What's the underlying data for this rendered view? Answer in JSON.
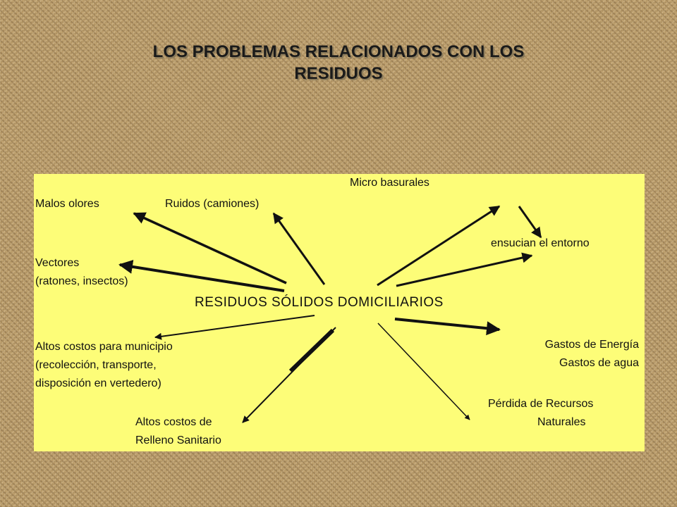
{
  "title": {
    "line1": "LOS PROBLEMAS  RELACIONADOS  CON LOS",
    "line2": "RESIDUOS"
  },
  "diagram": {
    "center": "RESIDUOS SÓLIDOS DOMICILIARIOS",
    "nodes": {
      "malos_olores": "Malos olores",
      "ruidos": "Ruidos (camiones)",
      "micro_basurales": "Micro basurales",
      "ensucian": "ensucian el entorno",
      "vectores_1": "Vectores",
      "vectores_2": "(ratones, insectos)",
      "altos_costos_mun_1": "Altos costos para municipio",
      "altos_costos_mun_2": "(recolección, transporte,",
      "altos_costos_mun_3": "disposición en vertedero)",
      "gastos_1": "Gastos de Energía",
      "gastos_2": "Gastos de agua",
      "relleno_1": "Altos costos de",
      "relleno_2": "Relleno Sanitario",
      "perdida_1": "Pérdida de Recursos",
      "perdida_2": "Naturales"
    }
  },
  "colors": {
    "panel": "#fdfd78",
    "ink": "#111111"
  }
}
